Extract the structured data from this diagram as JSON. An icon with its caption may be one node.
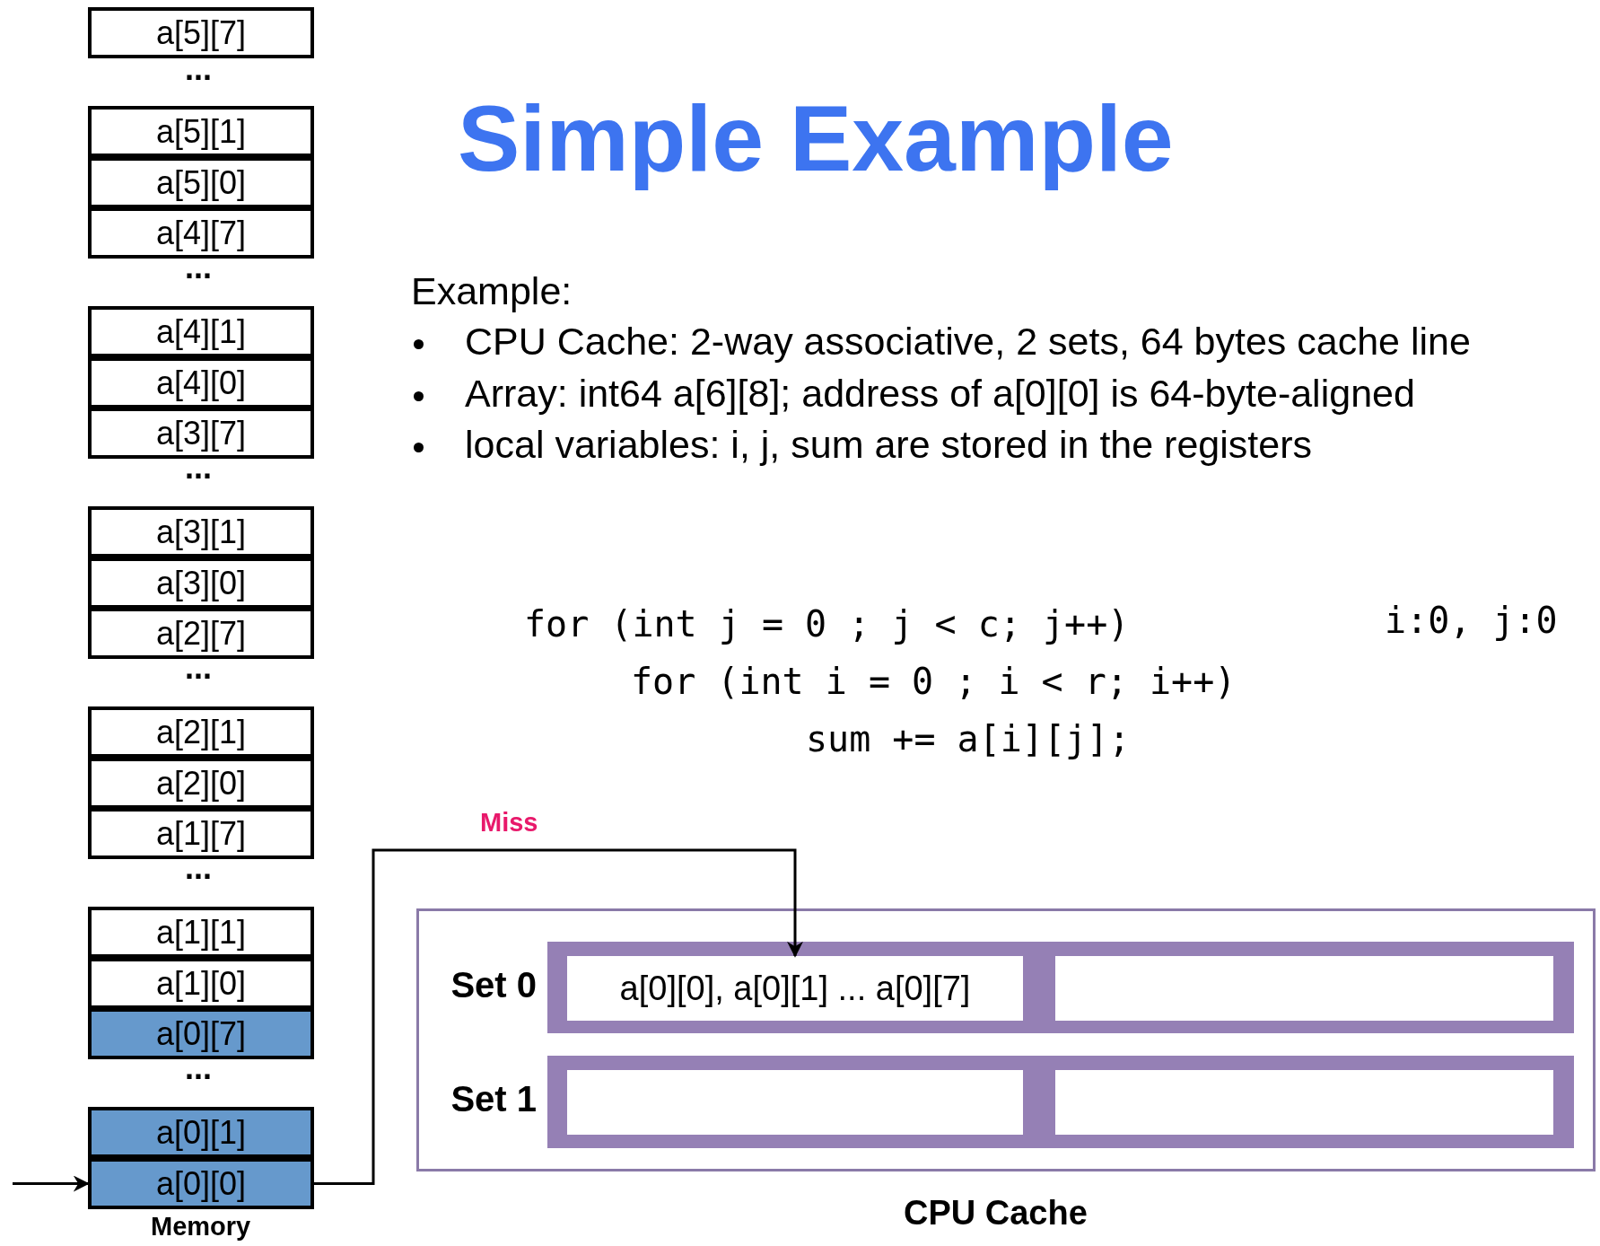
{
  "diagram": {
    "title": "Simple Example",
    "nodes": [
      {
        "text": [
          "a[5][7]"
        ]
      },
      {
        "text": [
          "a[5][1]"
        ]
      },
      {
        "text": [
          "a[5][0]"
        ]
      },
      {
        "text": [
          "a[4][7]"
        ]
      },
      {
        "text": [
          "a[4][1]"
        ]
      },
      {
        "text": [
          "a[4][0]"
        ]
      },
      {
        "text": [
          "a[3][7]"
        ]
      },
      {
        "text": [
          "a[3][1]"
        ]
      },
      {
        "text": [
          "a[3][0]"
        ]
      },
      {
        "text": [
          "a[2][7]"
        ]
      },
      {
        "text": [
          "a[2][1]"
        ]
      },
      {
        "text": [
          "a[2][0]"
        ]
      },
      {
        "text": [
          "a[1][7]"
        ]
      },
      {
        "text": [
          "a[1][1]"
        ]
      },
      {
        "text": [
          "a[1][0]"
        ]
      },
      {
        "text": [
          "a[0][7]"
        ]
      },
      {
        "text": [
          "a[0][1]"
        ]
      },
      {
        "text": [
          "a[0][0]"
        ]
      },
      {
        "text": [
          "CPU Cache"
        ]
      },
      {
        "text": [
          "Set 0"
        ],
        "in": 18
      },
      {
        "text": [
          "a[0][0], a[0][1] ... a[0][7]"
        ],
        "in": 19
      },
      {
        "text": [],
        "shape": "box",
        "in": 19
      },
      {
        "text": [
          "Set 1"
        ],
        "in": 18
      },
      {
        "text": [],
        "shape": "box",
        "in": 22
      },
      {
        "text": [],
        "shape": "box",
        "in": 22
      }
    ],
    "edges": [
      {
        "from": null,
        "to": 17,
        "arrow": "to"
      },
      {
        "from": 17,
        "to": 20,
        "arrow": "to",
        "label": "Miss"
      }
    ],
    "labels": [
      "...",
      "...",
      "...",
      "...",
      "...",
      "...",
      "Example:",
      "CPU Cache: 2-way associative, 2 sets, 64 bytes cache line",
      "Array: int64 a[6][8]; address of a[0][0] is 64-byte-aligned",
      "local variables: i, j, sum are stored in the registers",
      "for (int j = 0 ; j < c; j++)",
      "for (int i = 0 ; i < r; i++)",
      "sum += a[i][j];",
      "i:0, j:0",
      "Memory"
    ]
  }
}
